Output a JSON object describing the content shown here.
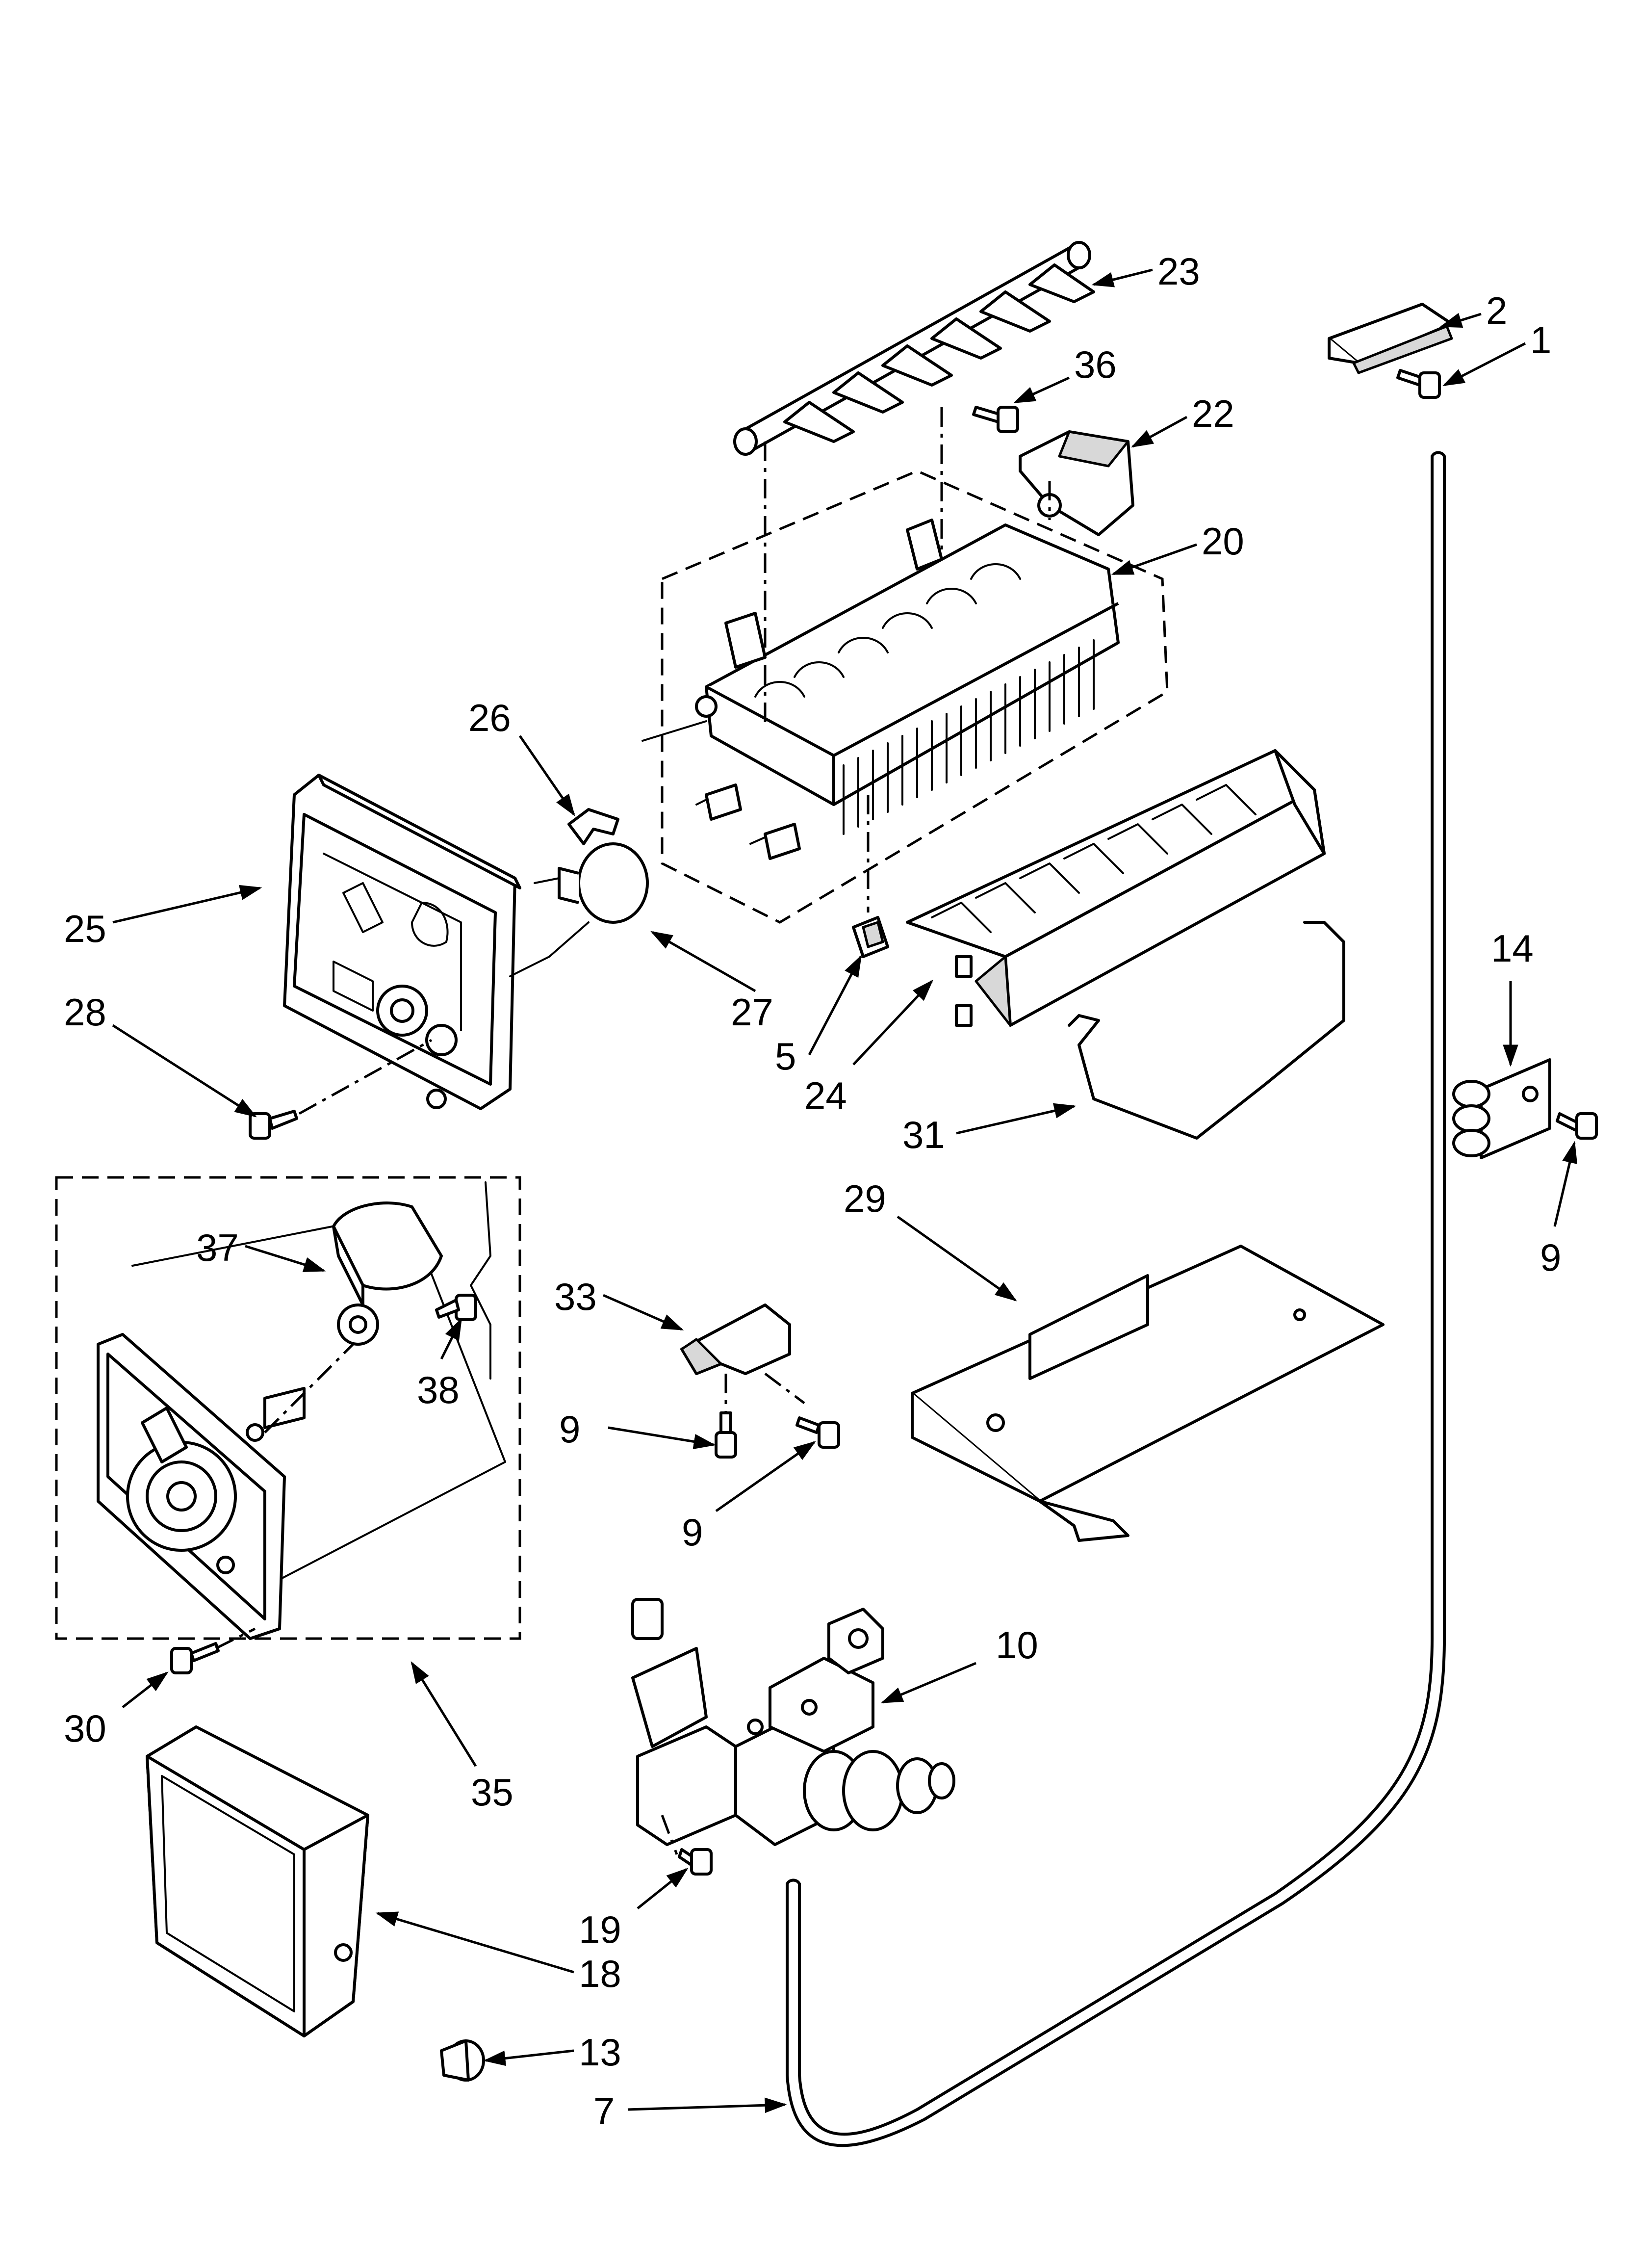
{
  "diagram": {
    "callouts": {
      "c1": "1",
      "c2": "2",
      "c5": "5",
      "c7": "7",
      "c9a": "9",
      "c9b": "9",
      "c9c": "9",
      "c10": "10",
      "c13": "13",
      "c14": "14",
      "c18": "18",
      "c19": "19",
      "c20": "20",
      "c22": "22",
      "c23": "23",
      "c24": "24",
      "c25": "25",
      "c26": "26",
      "c27": "27",
      "c28": "28",
      "c29": "29",
      "c30": "30",
      "c31": "31",
      "c33": "33",
      "c35": "35",
      "c36": "36",
      "c37": "37",
      "c38": "38"
    },
    "colors": {
      "ink": "#000000",
      "paper": "#ffffff",
      "shade": "#d8d8d8"
    }
  }
}
